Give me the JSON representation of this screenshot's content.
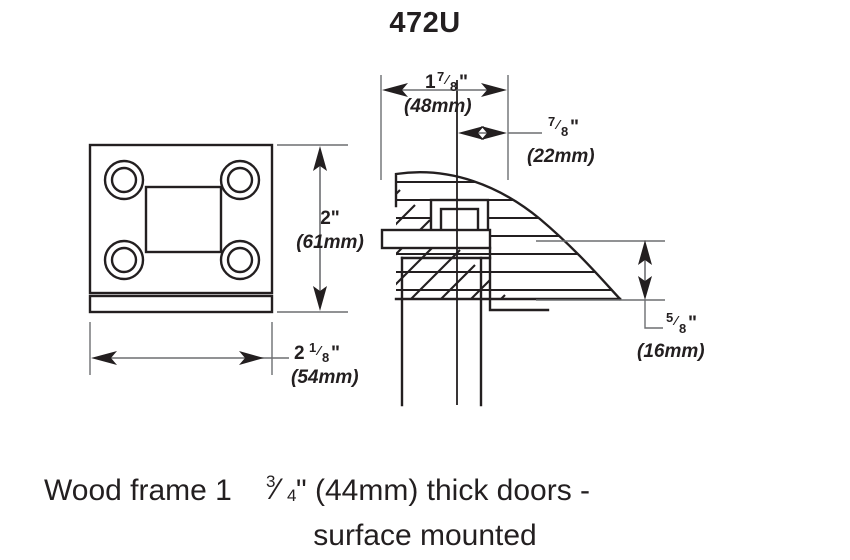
{
  "page": {
    "title": "472U",
    "background_color": "#ffffff",
    "ink_color": "#231f20"
  },
  "drawing": {
    "type": "technical-dimension-drawing",
    "product_code": "472U",
    "views": [
      {
        "name": "front-view",
        "description": "square mounting plate with four screw holes and central square recess"
      },
      {
        "name": "section-view",
        "description": "hatched quarter-round dome cross-section with central boss over door edge"
      }
    ]
  },
  "dimensions": {
    "plate_height": {
      "imperial": "2\"",
      "metric": "(61mm)",
      "name": "plate-height"
    },
    "plate_width": {
      "imperial_whole": "2",
      "imperial_num": "1",
      "imperial_den": "8",
      "imperial_unit": "\"",
      "metric": "(54mm)",
      "name": "plate-width"
    },
    "projection": {
      "imperial_whole": "1",
      "imperial_num": "7",
      "imperial_den": "8",
      "imperial_unit": "\"",
      "metric": "(48mm)",
      "name": "total-projection"
    },
    "offset": {
      "imperial_whole": "",
      "imperial_num": "7",
      "imperial_den": "8",
      "imperial_unit": "\"",
      "metric": "(22mm)",
      "name": "center-offset"
    },
    "height_from_door": {
      "imperial_whole": "",
      "imperial_num": "5",
      "imperial_den": "8",
      "imperial_unit": "\"",
      "metric": "(16mm)",
      "name": "base-height"
    }
  },
  "caption": {
    "line1_a": "Wood frame 1",
    "line1_num": "3",
    "line1_den": "4",
    "line1_b": "\" (44mm) thick doors -",
    "line2": "surface mounted"
  }
}
